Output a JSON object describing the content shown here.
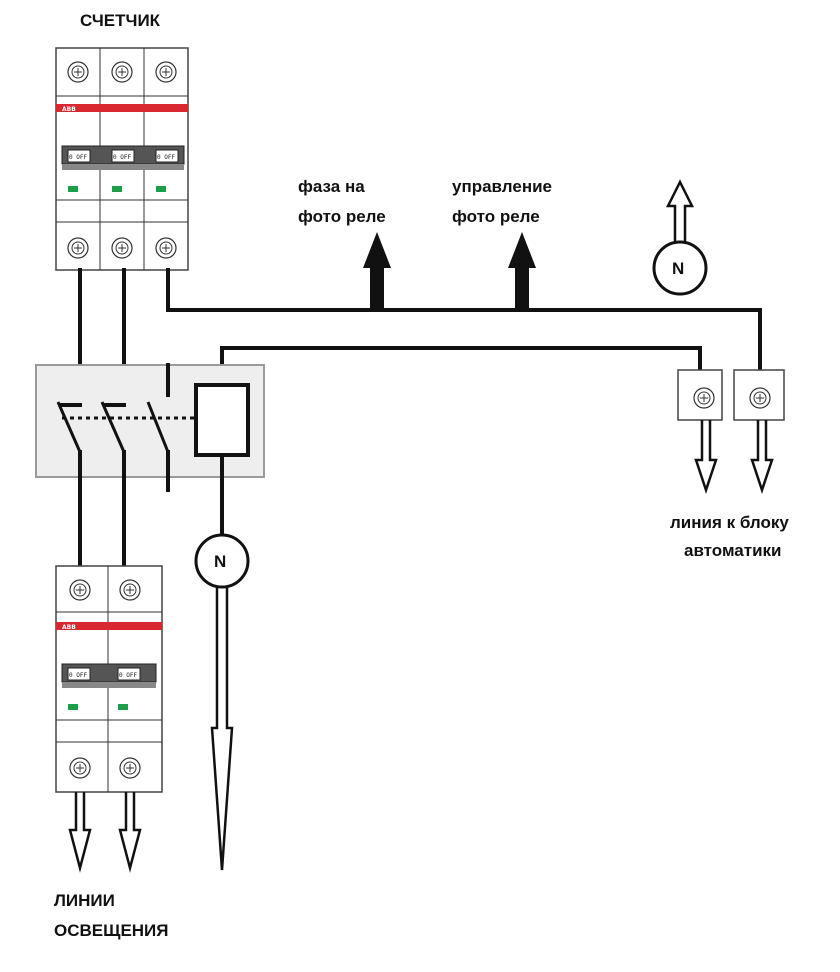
{
  "labels": {
    "meter": "СЧЕТЧИК",
    "phase_to_relay": [
      "фаза на",
      "фото реле"
    ],
    "relay_control": [
      "управление",
      "фото реле"
    ],
    "line_to_automation": [
      "линия к блоку",
      "автоматики"
    ],
    "lighting_lines": [
      "ЛИНИИ",
      "ОСВЕЩЕНИЯ"
    ]
  },
  "breaker": {
    "brand": "ABB",
    "switch_text": "0 OFF"
  },
  "neutral_symbol": "N",
  "colors": {
    "wire": "#111111",
    "brand_stripe": "#d9282f",
    "indicator": "#1e9e4a",
    "contactor_fill": "#eeeeee"
  }
}
